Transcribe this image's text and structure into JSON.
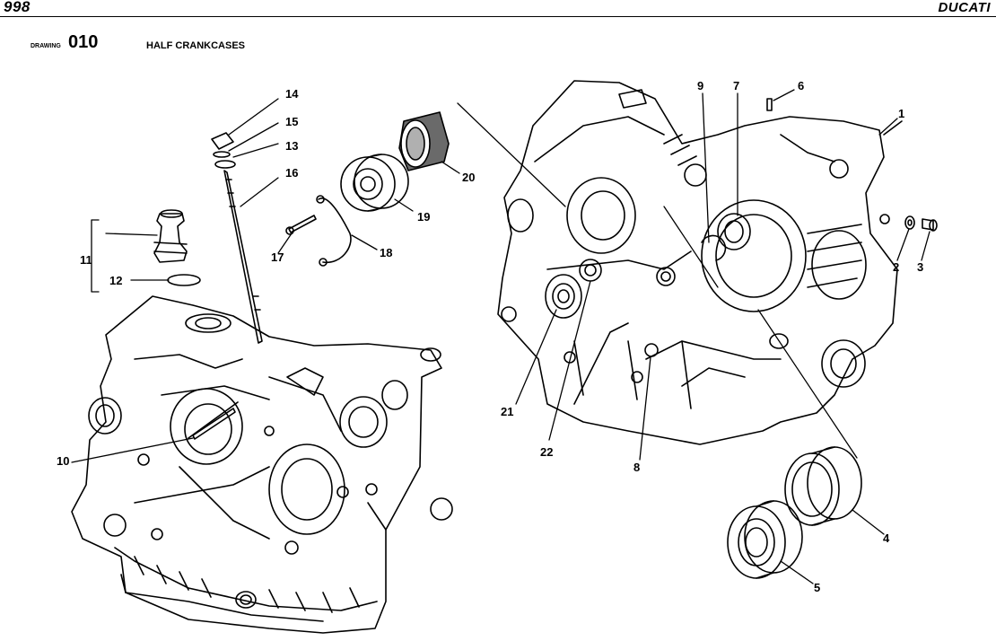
{
  "header": {
    "model": "998",
    "brand": "DUCATI"
  },
  "drawing": {
    "label": "DRAWING",
    "number": "010",
    "title": "HALF CRANKCASES"
  },
  "callouts": [
    "1",
    "2",
    "3",
    "4",
    "5",
    "6",
    "7",
    "8",
    "9",
    "10",
    "11",
    "12",
    "13",
    "14",
    "15",
    "16",
    "17",
    "18",
    "19",
    "20",
    "21",
    "22"
  ]
}
